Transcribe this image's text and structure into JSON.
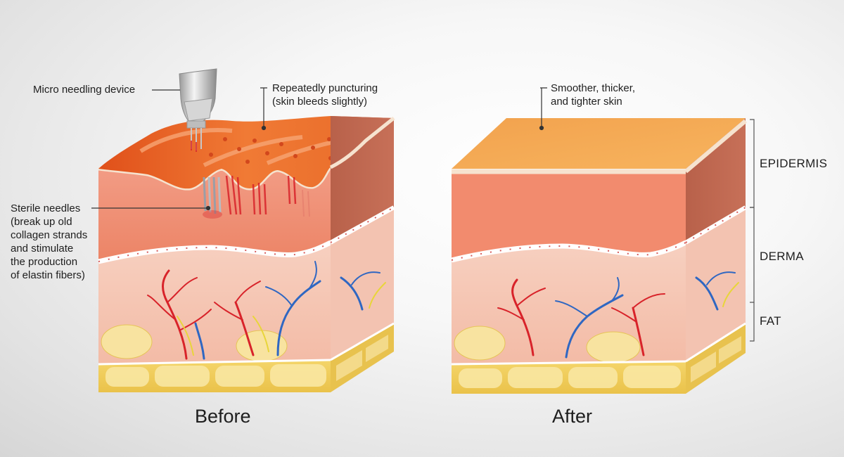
{
  "callouts": {
    "micro_device": "Micro needling device",
    "puncturing": "Repeatedly puncturing\n(skin bleeds slightly)",
    "sterile": "Sterile needles\n(break up old\ncollagen strands\nand stimulate\nthe production\nof elastin fibers)",
    "smoother": "Smoother, thicker,\nand tighter skin"
  },
  "layers": {
    "epidermis": "EPIDERMIS",
    "derma": "DERMA",
    "fat": "FAT"
  },
  "captions": {
    "before": "Before",
    "after": "After"
  },
  "colors": {
    "epidermis_top": "#f0a14e",
    "epidermis": "#f28b6e",
    "derma": "#f6c6b4",
    "fat": "#f2cf5a",
    "artery": "#d8232a",
    "vein": "#2f67c2"
  }
}
